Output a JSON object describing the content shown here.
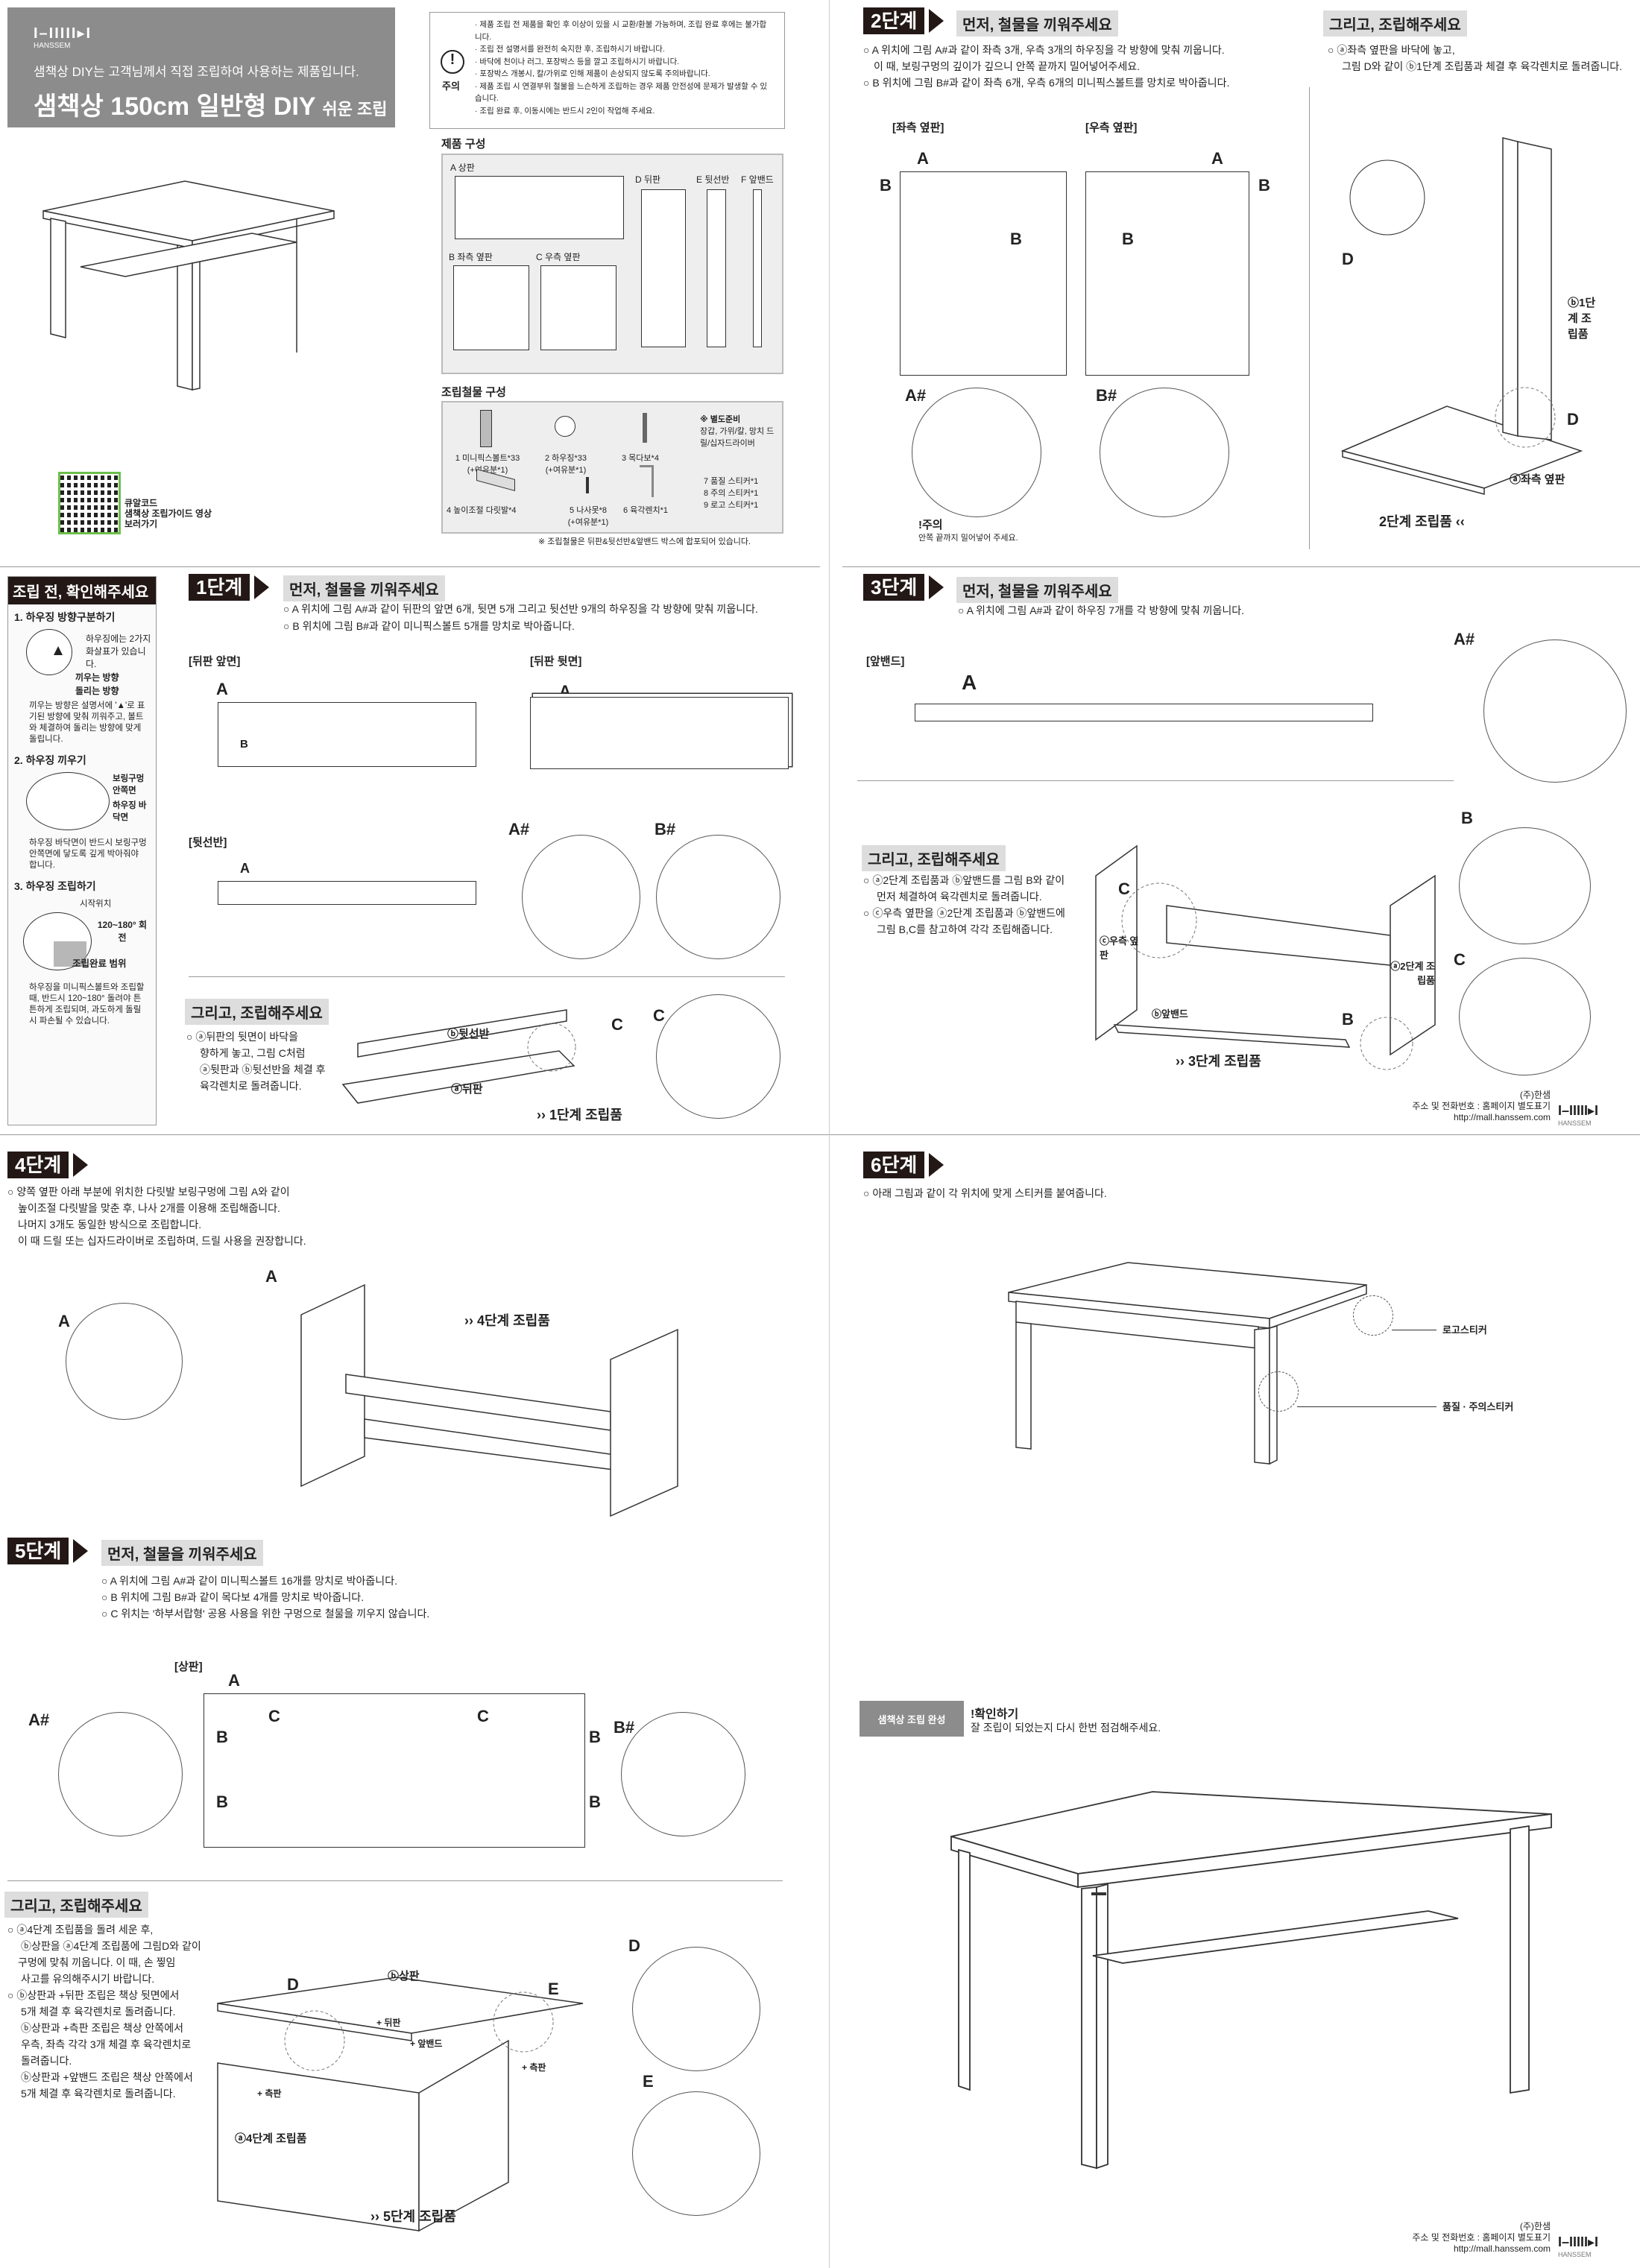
{
  "header": {
    "brand": "HANSSEM",
    "logo_text": "I–IIIII▸I",
    "subtitle": "샘책상 DIY는 고객님께서 직접 조립하여 사용하는 제품입니다.",
    "title": "샘책상 150cm 일반형 DIY",
    "title_suffix": "쉬운 조립방법"
  },
  "caution": {
    "label": "주의",
    "items": [
      "· 제품 조립 전 제품을 확인 후 이상이 있을 시 교환/환불 가능하며, 조립 완료 후에는 불가합니다.",
      "· 조립 전 설명서를 완전히 숙지한 후, 조립하시기 바랍니다.",
      "· 바닥에 천이나 러그, 포장박스 등을 깔고 조립하시기 바랍니다.",
      "· 포장박스 개봉시, 칼/가위로 인해 제품이 손상되지 않도록 주의바랍니다.",
      "· 제품 조립 시 연결부위 철물을 느슨하게 조립하는 경우 제품 안전성에 문제가 발생할 수 있습니다.",
      "· 조립 완료 후, 이동시에는 반드시 2인이 작업해 주세요."
    ]
  },
  "parts": {
    "title": "제품 구성",
    "items": [
      "A 상판",
      "B 좌측 옆판",
      "C 우측 옆판",
      "D 뒤판",
      "E 뒷선반",
      "F 앞밴드"
    ]
  },
  "hardware": {
    "title": "조립철물 구성",
    "items": [
      {
        "name": "1 미니픽스볼트*33",
        "extra": "(+여유분*1)"
      },
      {
        "name": "2 하우징*33",
        "extra": "(+여유분*1)"
      },
      {
        "name": "3 목다보*4",
        "extra": ""
      },
      {
        "name": "4 높이조절 다릿발*4",
        "extra": ""
      },
      {
        "name": "5 나사못*8",
        "extra": "(+여유분*1)"
      },
      {
        "name": "6 육각렌치*1",
        "extra": ""
      }
    ],
    "prepare_title": "※ 별도준비",
    "prepare_text": "장갑, 가위/칼, 망치 드릴/십자드라이버",
    "stickers": [
      "7 품질 스티커*1",
      "8 주의 스티커*1",
      "9 로고 스티커*1"
    ],
    "note": "※ 조립철물은 뒤판&뒷선반&앞밴드 박스에 합포되어 있습니다."
  },
  "qr": {
    "line1": "큐알코드",
    "line2": "샘책상 조립가이드 영상",
    "line3": "보러가기"
  },
  "pre_check": {
    "title": "조립 전, 확인해주세요",
    "s1_title": "1. 하우징 방향구분하기",
    "s1_note": "하우징에는 2가지 화살표가 있습니다.",
    "s1_insert": "끼우는 방향",
    "s1_turn": "돌리는 방향",
    "s1_desc": "끼우는 방향은 설명서에 '▲'로 표기된 방향에 맞춰 끼워주고, 볼트와 체결하여 돌리는 방향에 맞게 돌립니다.",
    "s2_title": "2. 하우징 끼우기",
    "s2_hole": "보링구멍 안쪽면",
    "s2_bottom": "하우징 바닥면",
    "s2_desc": "하우징 바닥면이 반드시 보링구멍 안쪽면에 닿도록 깊게 박아줘야 합니다.",
    "s3_title": "3. 하우징 조립하기",
    "s3_start": "시작위치",
    "s3_rotate": "120~180° 회전",
    "s3_range": "조립완료 범위",
    "s3_desc": "하우징을 미니픽스볼트와 조립할 때, 반드시 120~180° 돌려야 튼튼하게 조립되며, 과도하게 돌릴시 파손될 수 있습니다."
  },
  "common": {
    "first": "먼저, 철물을 끼워주세요",
    "then": "그리고, 조립해주세요"
  },
  "step1": {
    "tag": "1단계",
    "bullets": [
      "○ A 위치에 그림 A#과 같이 뒤판의 앞면 6개, 뒷면 5개 그리고 뒷선반 9개의 하우징을 각 방향에 맞춰 끼웁니다.",
      "○ B 위치에 그림 B#과 같이 미니픽스볼트 5개를 망치로 박아줍니다."
    ],
    "front_label": "[뒤판 앞면]",
    "back_label": "[뒤판 뒷면]",
    "shelf_label": "[뒷선반]",
    "then_bullets": [
      "○ ⓐ뒤판의 뒷면이 바닥을",
      "향하게 놓고, 그림 C처럼",
      "ⓐ뒷판과 ⓑ뒷선반을 체결 후",
      "육각렌치로 돌려줍니다."
    ],
    "shelf_name": "ⓑ뒷선반",
    "back_name": "ⓐ뒤판",
    "result": "›› 1단계 조립품"
  },
  "step2": {
    "tag": "2단계",
    "bullets": [
      "○ A 위치에 그림 A#과 같이 좌측 3개, 우측 3개의 하우징을 각 방향에 맞춰 끼웁니다.",
      "이 때, 보링구멍의 깊이가 깊으니 안쪽 끝까지 밀어넣어주세요.",
      "○ B 위치에 그림 B#과 같이 좌측 6개, 우측 6개의 미니픽스볼트를 망치로 박아줍니다."
    ],
    "left_label": "[좌측 옆판]",
    "right_label": "[우측 옆판]",
    "caution_title": "!주의",
    "caution_text": "안쪽 끝까지 밀어넣어 주세요.",
    "then_bullets": [
      "○ ⓐ좌측 옆판을 바닥에 놓고,",
      "그림 D와 같이 ⓑ1단계 조립품과 체결 후 육각렌치로 돌려줍니다."
    ],
    "part_b": "ⓑ1단계 조립품",
    "part_a": "ⓐ좌측 옆판",
    "result": "2단계 조립품 ‹‹"
  },
  "step3": {
    "tag": "3단계",
    "bullets": [
      "○ A 위치에 그림 A#과 같이 하우징 7개를 각 방향에 맞춰 끼웁니다."
    ],
    "band_label": "[앞밴드]",
    "then_bullets": [
      "○ ⓐ2단계 조립품과 ⓑ앞밴드를 그림 B와 같이",
      "먼저 체결하여 육각렌치로 돌려줍니다.",
      "○ ⓒ우측 옆판을 ⓐ2단계 조립품과 ⓑ앞밴드에",
      "그림 B,C를 참고하여 각각 조립해줍니다."
    ],
    "part_c": "ⓒ우측 옆판",
    "part_a": "ⓐ2단계 조립품",
    "part_b": "ⓑ앞밴드",
    "result": "›› 3단계 조립품"
  },
  "step4": {
    "tag": "4단계",
    "bullets": [
      "○ 양쪽 옆판 아래 부분에 위치한 다릿발 보링구멍에 그림  A와 같이",
      "높이조절 다릿발을 맞춘 후, 나사 2개를 이용해 조립해줍니다.",
      "나머지 3개도 동일한 방식으로 조립합니다.",
      "이 때 드릴 또는 십자드라이버로 조립하며, 드릴 사용을 권장합니다."
    ],
    "result": "›› 4단계 조립품"
  },
  "step5": {
    "tag": "5단계",
    "bullets": [
      "○ A 위치에 그림 A#과 같이 미니픽스볼트 16개를 망치로 박아줍니다.",
      "○ B 위치에 그림 B#과 같이 목다보 4개를 망치로 박아줍니다.",
      "○ C 위치는 '하부서랍형' 공용 사용을 위한 구멍으로  철물을 끼우지 않습니다."
    ],
    "top_label": "[상판]",
    "then_bullets": [
      "○ ⓐ4단계 조립품을 돌려 세운 후,",
      "ⓑ상판을 ⓐ4단계 조립품에 그림D와 같이",
      "구멍에 맞춰 끼웁니다. 이 때, 손 찧임",
      "사고를 유의해주시기 바랍니다.",
      "○ ⓑ상판과 +뒤판 조립은 책상 뒷면에서",
      "5개 체결 후 육각렌치로 돌려줍니다.",
      "ⓑ상판과 +측판 조립은 책상 안쪽에서",
      "우측, 좌측 각각 3개 체결 후 육각렌치로",
      "돌려줍니다.",
      "ⓑ상판과 +앞밴드 조립은 책상 안쪽에서",
      "5개 체결 후 육각렌치로 돌려줍니다."
    ],
    "part_top": "ⓑ상판",
    "part_back": "+ 뒤판",
    "part_band": "+ 앞밴드",
    "part_side_r": "+ 측판",
    "part_side_l": "+ 측판",
    "part_a": "ⓐ4단계 조립품",
    "result": "›› 5단계 조립품"
  },
  "step6": {
    "tag": "6단계",
    "bullets": [
      "○ 아래 그림과 같이 각 위치에 맞게 스티커를 붙여줍니다."
    ],
    "logo_sticker": "로고스티커",
    "quality_sticker": "품질 · 주의스티커"
  },
  "complete": {
    "badge": "샘책상 조립 완성",
    "title": "!확인하기",
    "text": "잘 조립이 되었는지 다시 한번 점검해주세요."
  },
  "footer": {
    "company": "(주)한샘",
    "contact": "주소 및 전화번호 : 홈페이지 별도표기",
    "url": "http://mall.hanssem.com",
    "brand": "HANSSEM"
  },
  "labels": {
    "A": "A",
    "B": "B",
    "C": "C",
    "D": "D",
    "E": "E",
    "Ash": "A#",
    "Bsh": "B#"
  }
}
